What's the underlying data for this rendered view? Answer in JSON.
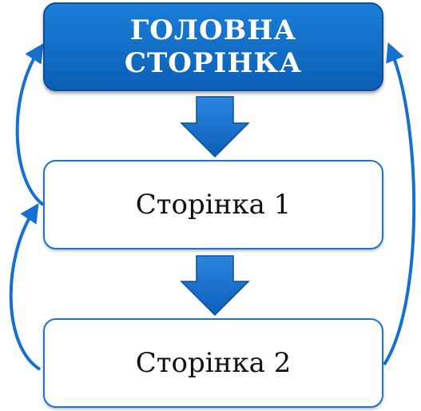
{
  "diagram": {
    "home": {
      "title": "ГОЛОВНА\nСТОРІНКА"
    },
    "page1": {
      "label": "Сторінка 1"
    },
    "page2": {
      "label": "Сторінка 2"
    }
  },
  "colors": {
    "primary": "#0b5fb5",
    "node_border": "#1f74cf",
    "arrow": "#1670cf",
    "text": "#111111"
  }
}
